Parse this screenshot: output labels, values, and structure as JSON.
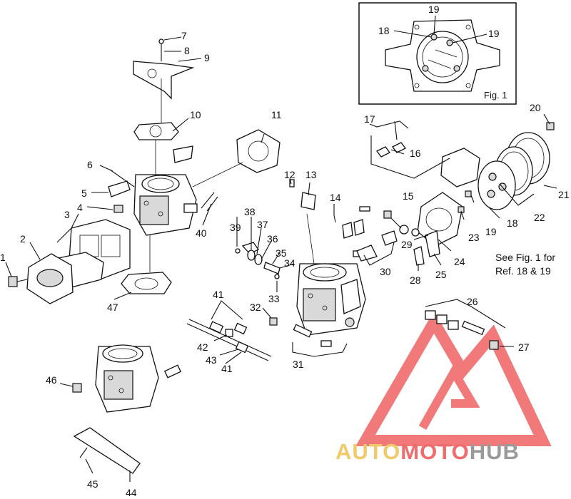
{
  "figure": {
    "inset_label": "Fig. 1",
    "note_lines": [
      "See Fig. 1 for",
      "Ref. 18 & 19"
    ]
  },
  "callouts": {
    "n1": "1",
    "n2": "2",
    "n3": "3",
    "n4": "4",
    "n5": "5",
    "n6": "6",
    "n7": "7",
    "n8": "8",
    "n9": "9",
    "n10": "10",
    "n11": "11",
    "n12": "12",
    "n13": "13",
    "n14": "14",
    "n15": "15",
    "n16": "16",
    "n17": "17",
    "n18": "18",
    "n18b": "18",
    "n19a": "19",
    "n19b": "19",
    "n19c": "19",
    "n20": "20",
    "n21": "21",
    "n22": "22",
    "n23": "23",
    "n24": "24",
    "n25": "25",
    "n26": "26",
    "n27": "27",
    "n28": "28",
    "n29": "29",
    "n30": "30",
    "n31": "31",
    "n32": "32",
    "n33": "33",
    "n34": "34",
    "n35": "35",
    "n36": "36",
    "n37": "37",
    "n38": "38",
    "n39": "39",
    "n40": "40",
    "n41a": "41",
    "n41b": "41",
    "n42": "42",
    "n43": "43",
    "n44": "44",
    "n45": "45",
    "n46": "46",
    "n47": "47"
  },
  "watermark": {
    "part1": "AUTO",
    "part2": "MOTO",
    "part3": "HUB",
    "colors": {
      "auto": "#f2c96a",
      "moto": "#f06b6b",
      "hub": "#9a9a9a",
      "mark": "#f06b6b"
    }
  }
}
